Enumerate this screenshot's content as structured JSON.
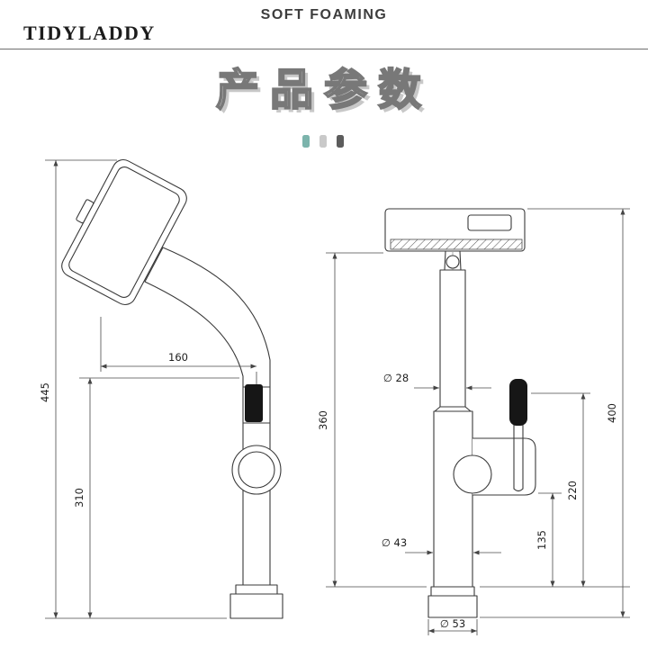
{
  "header": {
    "tagline": "SOFT FOAMING",
    "brand": "TIDYLADDY",
    "title": "产品参数"
  },
  "divider_dots": {
    "colors": [
      "#7cb4ac",
      "#c9c9c9",
      "#5c5c5c"
    ]
  },
  "drawing": {
    "line_color": "#3a3a3a",
    "side_view": {
      "dim_total_height": "445",
      "dim_spout_height": "310",
      "dim_reach": "160"
    },
    "front_view": {
      "dim_aerator_height": "360",
      "dim_total_height": "400",
      "dim_handle_height": "220",
      "dim_valve_height": "135",
      "dim_pipe_diameter": "∅ 28",
      "dim_body_diameter": "∅ 43",
      "dim_base_diameter": "∅ 53"
    }
  }
}
